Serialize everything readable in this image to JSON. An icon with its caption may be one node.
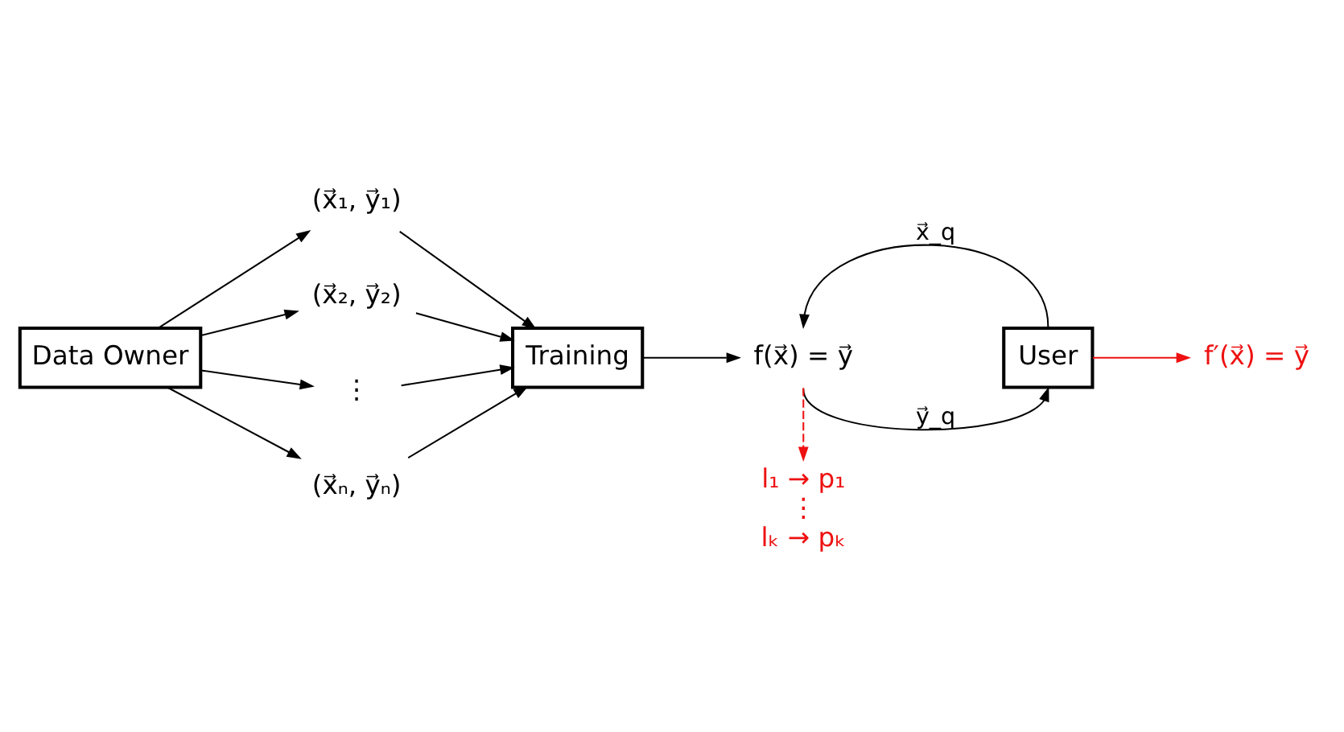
{
  "diagram": {
    "nodes": [
      {
        "text": [
          "Data Owner"
        ]
      },
      {
        "text": [
          "(x⃗₁, y⃗₁)"
        ]
      },
      {
        "text": [
          "(x⃗₂, y⃗₂)"
        ]
      },
      {
        "text": [
          "⋮"
        ]
      },
      {
        "text": [
          "(x⃗ₙ, y⃗ₙ)"
        ]
      },
      {
        "text": [
          "Training"
        ]
      },
      {
        "text": [
          "f(x⃗) = y⃗"
        ]
      },
      {
        "text": [
          "User"
        ]
      },
      {
        "text": [
          "f′(x⃗) = y⃗"
        ]
      },
      {
        "text": [
          "l₁ → p₁",
          "⋮",
          "lₖ → pₖ"
        ]
      }
    ],
    "edges": [
      {
        "from": 0,
        "to": 1,
        "arrow": "to"
      },
      {
        "from": 0,
        "to": 2,
        "arrow": "to"
      },
      {
        "from": 0,
        "to": 3,
        "arrow": "to"
      },
      {
        "from": 0,
        "to": 4,
        "arrow": "to"
      },
      {
        "from": 1,
        "to": 5,
        "arrow": "to"
      },
      {
        "from": 2,
        "to": 5,
        "arrow": "to"
      },
      {
        "from": 3,
        "to": 5,
        "arrow": "to"
      },
      {
        "from": 4,
        "to": 5,
        "arrow": "to"
      },
      {
        "from": 5,
        "to": 6,
        "arrow": "to"
      },
      {
        "from": 7,
        "to": 6,
        "arrow": "to",
        "label": "x⃗_q"
      },
      {
        "from": 6,
        "to": 7,
        "arrow": "to",
        "label": "y⃗_q"
      },
      {
        "from": 7,
        "to": 8,
        "arrow": "to",
        "color": "#ee1111"
      },
      {
        "from": 6,
        "to": 9,
        "arrow": "to",
        "style": "dashed",
        "color": "#ee1111"
      }
    ]
  }
}
